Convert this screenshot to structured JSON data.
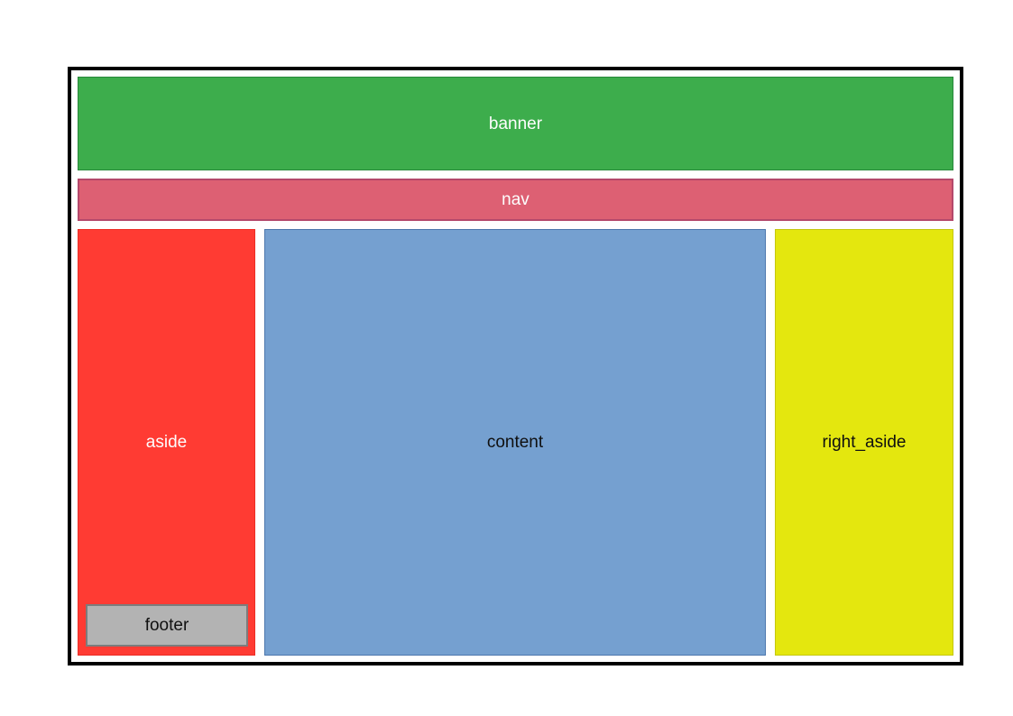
{
  "regions": {
    "banner": {
      "label": "banner",
      "fill": "#3dad4c",
      "border": "#28873a",
      "text_color": "#fdfdfd"
    },
    "nav": {
      "label": "nav",
      "fill": "#dd6073",
      "border": "#b4486b",
      "text_color": "#fdfdfd"
    },
    "aside": {
      "label": "aside",
      "fill": "#ff3b33",
      "border": "#ec2e26",
      "text_color": "#fdfdfd"
    },
    "content": {
      "label": "content",
      "fill": "#75a0d0",
      "border": "#4d77ad",
      "text_color": "#101010"
    },
    "right_aside": {
      "label": "right_aside",
      "fill": "#e4e70e",
      "border": "#c4c711",
      "text_color": "#101010"
    },
    "footer": {
      "label": "footer",
      "fill": "#b3b3b3",
      "border": "#7c7c7c",
      "text_color": "#101010"
    }
  },
  "frame": {
    "border_color": "#000000",
    "background": "#ffffff"
  }
}
